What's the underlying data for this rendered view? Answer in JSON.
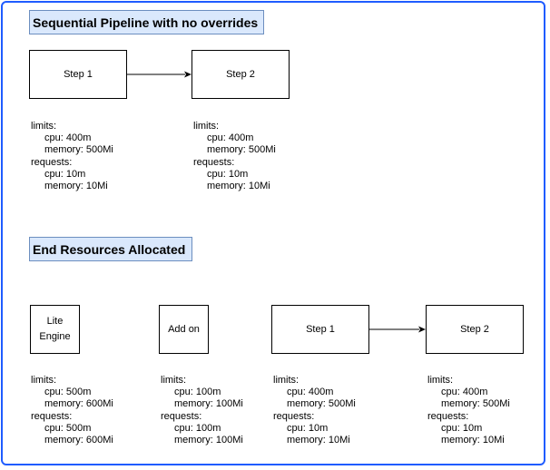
{
  "colors": {
    "frame_border": "#1f5cff",
    "title_fill": "#dae8fc",
    "title_border": "#6c8ebf"
  },
  "section1": {
    "title": "Sequential Pipeline with no overrides",
    "step1": {
      "label": "Step 1",
      "spec": {
        "limits_label": "limits:",
        "limits_cpu": "cpu: 400m",
        "limits_memory": "memory: 500Mi",
        "requests_label": "requests:",
        "requests_cpu": "cpu: 10m",
        "requests_memory": "memory: 10Mi"
      }
    },
    "step2": {
      "label": "Step 2",
      "spec": {
        "limits_label": "limits:",
        "limits_cpu": "cpu: 400m",
        "limits_memory": "memory: 500Mi",
        "requests_label": "requests:",
        "requests_cpu": "cpu: 10m",
        "requests_memory": "memory: 10Mi"
      }
    }
  },
  "section2": {
    "title": "End Resources Allocated",
    "lite_engine": {
      "label": "Lite\nEngine",
      "spec": {
        "limits_label": "limits:",
        "limits_cpu": "cpu: 500m",
        "limits_memory": "memory: 600Mi",
        "requests_label": "requests:",
        "requests_cpu": "cpu: 500m",
        "requests_memory": "memory: 600Mi"
      }
    },
    "add_on": {
      "label": "Add on",
      "spec": {
        "limits_label": "limits:",
        "limits_cpu": "cpu: 100m",
        "limits_memory": "memory: 100Mi",
        "requests_label": "requests:",
        "requests_cpu": "cpu: 100m",
        "requests_memory": "memory: 100Mi"
      }
    },
    "step1": {
      "label": "Step 1",
      "spec": {
        "limits_label": "limits:",
        "limits_cpu": "cpu: 400m",
        "limits_memory": "memory: 500Mi",
        "requests_label": "requests:",
        "requests_cpu": "cpu: 10m",
        "requests_memory": "memory: 10Mi"
      }
    },
    "step2": {
      "label": "Step 2",
      "spec": {
        "limits_label": "limits:",
        "limits_cpu": "cpu: 400m",
        "limits_memory": "memory: 500Mi",
        "requests_label": "requests:",
        "requests_cpu": "cpu: 10m",
        "requests_memory": "memory: 10Mi"
      }
    }
  }
}
